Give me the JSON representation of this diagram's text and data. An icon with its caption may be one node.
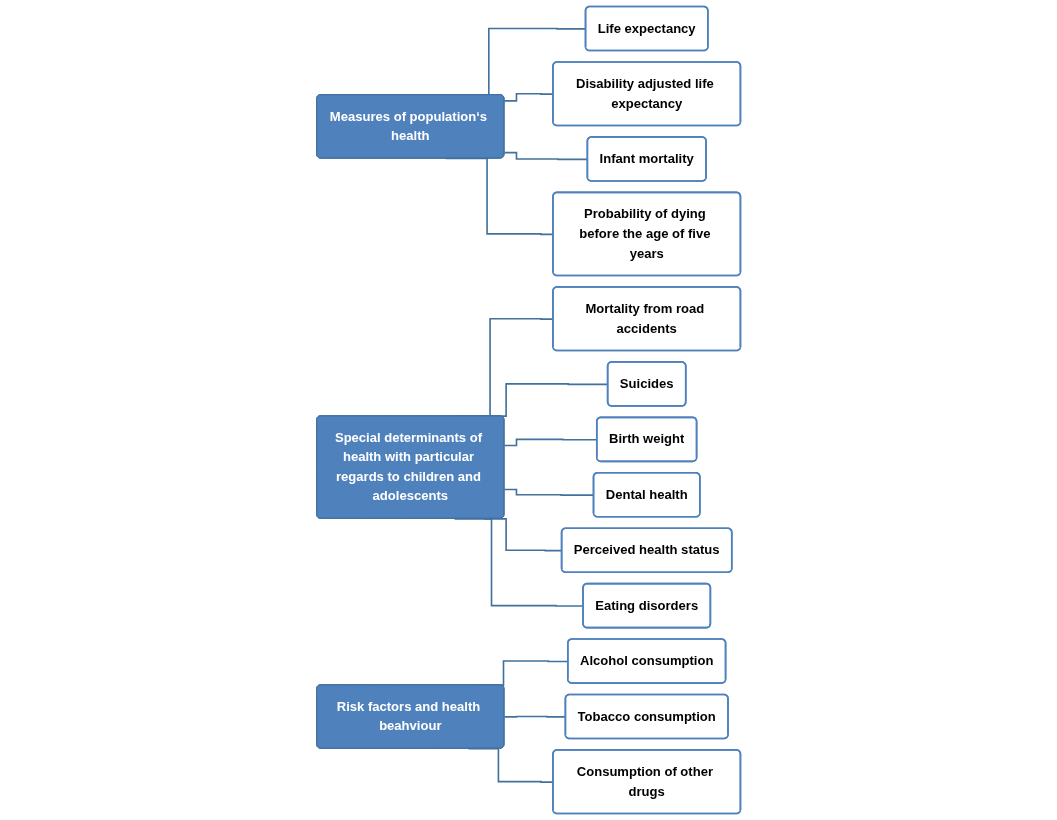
{
  "diagram": {
    "nodes": [
      {
        "text": [
          "Measures of population‘s health"
        ]
      },
      {
        "text": [
          "Life expectancy"
        ]
      },
      {
        "text": [
          "Disability adjusted life expectancy"
        ]
      },
      {
        "text": [
          "Infant mortality"
        ]
      },
      {
        "text": [
          "Probability of dying before the age of five years"
        ]
      },
      {
        "text": [
          "Special determinants of health with particular regards to children and adolescents"
        ]
      },
      {
        "text": [
          "Mortality from road accidents"
        ]
      },
      {
        "text": [
          "Suicides"
        ]
      },
      {
        "text": [
          "Birth weight"
        ]
      },
      {
        "text": [
          "Dental health"
        ]
      },
      {
        "text": [
          "Perceived health status"
        ]
      },
      {
        "text": [
          "Eating disorders"
        ]
      },
      {
        "text": [
          "Risk factors and health beahviour"
        ]
      },
      {
        "text": [
          "Alcohol consumption"
        ]
      },
      {
        "text": [
          "Tobacco consumption"
        ]
      },
      {
        "text": [
          "Consumption of other drugs"
        ]
      }
    ],
    "edges": [
      {
        "from": 0,
        "to": 1,
        "arrow": "none"
      },
      {
        "from": 0,
        "to": 2,
        "arrow": "none"
      },
      {
        "from": 0,
        "to": 3,
        "arrow": "none"
      },
      {
        "from": 0,
        "to": 4,
        "arrow": "none"
      },
      {
        "from": 5,
        "to": 6,
        "arrow": "none"
      },
      {
        "from": 5,
        "to": 7,
        "arrow": "none"
      },
      {
        "from": 5,
        "to": 8,
        "arrow": "none"
      },
      {
        "from": 5,
        "to": 9,
        "arrow": "none"
      },
      {
        "from": 5,
        "to": 10,
        "arrow": "none"
      },
      {
        "from": 5,
        "to": 11,
        "arrow": "none"
      },
      {
        "from": 12,
        "to": 13,
        "arrow": "none"
      },
      {
        "from": 12,
        "to": 14,
        "arrow": "none"
      },
      {
        "from": 12,
        "to": 15,
        "arrow": "none"
      }
    ]
  }
}
